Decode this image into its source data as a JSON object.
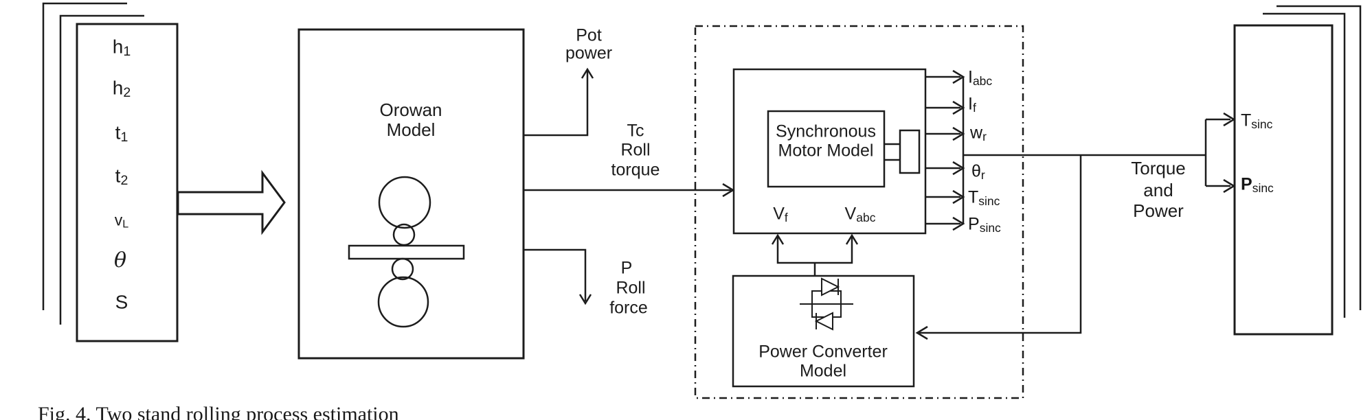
{
  "caption": "Fig. 4. Two stand rolling process estimation",
  "input_stack": {
    "items": [
      {
        "base": "h",
        "sub": "1"
      },
      {
        "base": "h",
        "sub": "2"
      },
      {
        "base": "t",
        "sub": "1"
      },
      {
        "base": "t",
        "sub": "2"
      },
      {
        "base": "v",
        "sub": "L"
      },
      {
        "base": "θ",
        "sub": ""
      },
      {
        "base": "S",
        "sub": ""
      }
    ]
  },
  "orowan": {
    "title_line1": "Orowan",
    "title_line2": "Model"
  },
  "pot_power_label": {
    "line1": "Pot",
    "line2": "power"
  },
  "roll_torque_label": {
    "line1": "Tc",
    "line2": "Roll",
    "line3": "torque"
  },
  "roll_force_label": {
    "line1": "P",
    "line2": "Roll",
    "line3": "force"
  },
  "motor": {
    "title_line1": "Synchronous",
    "title_line2": "Motor Model",
    "vf": {
      "base": "V",
      "sub": "f"
    },
    "vabc": {
      "base": "V",
      "sub": "abc"
    },
    "outputs": [
      {
        "base": "I",
        "sub": "abc"
      },
      {
        "base": "I",
        "sub": "f"
      },
      {
        "base": "w",
        "sub": "r"
      },
      {
        "base": "θ",
        "sub": "r"
      },
      {
        "base": "T",
        "sub": "sinc"
      },
      {
        "base": "P",
        "sub": "sinc"
      }
    ]
  },
  "converter": {
    "title_line1": "Power Converter",
    "title_line2": "Model"
  },
  "torque_power_label": {
    "line1": "Torque",
    "line2": "and",
    "line3": "Power"
  },
  "output_stack": {
    "items": [
      {
        "base": "T",
        "sub": "sinc"
      },
      {
        "base": "P",
        "sub": "sinc"
      }
    ]
  },
  "colors": {
    "line": "#1c1c1c",
    "background": "#ffffff"
  }
}
